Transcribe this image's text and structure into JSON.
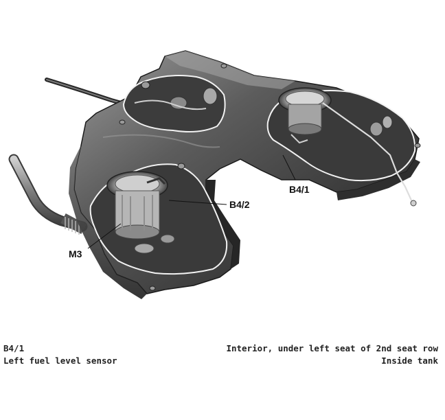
{
  "diagram": {
    "callouts": {
      "b4_1": "B4/1",
      "b4_2": "B4/2",
      "m3": "M3"
    }
  },
  "caption": {
    "code": "B4/1",
    "name": "Left fuel level sensor",
    "location": "Interior, under left seat of 2nd seat row",
    "detail": "Inside tank"
  },
  "colors": {
    "tank_body": "#4a4a4a",
    "tank_highlight": "#8c8c8c",
    "outline": "#ffffff",
    "text": "#111111"
  }
}
